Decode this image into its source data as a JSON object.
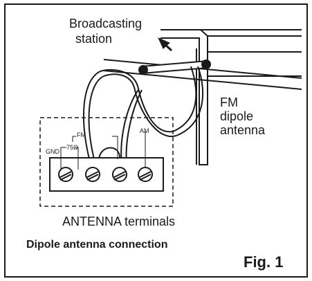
{
  "labels": {
    "broadcasting_line1": "Broadcasting",
    "broadcasting_line2": "station",
    "fm_line1": "FM",
    "fm_line2": "dipole",
    "fm_line3": "antenna",
    "fm_small": "FM",
    "ohm": "75Ω",
    "gnd": "GND",
    "am": "AM",
    "terminals": "ANTENNA terminals",
    "caption": "Dipole antenna connection",
    "fig": "Fig. 1"
  },
  "colors": {
    "ink": "#1a1a1a",
    "paper": "#ffffff"
  }
}
